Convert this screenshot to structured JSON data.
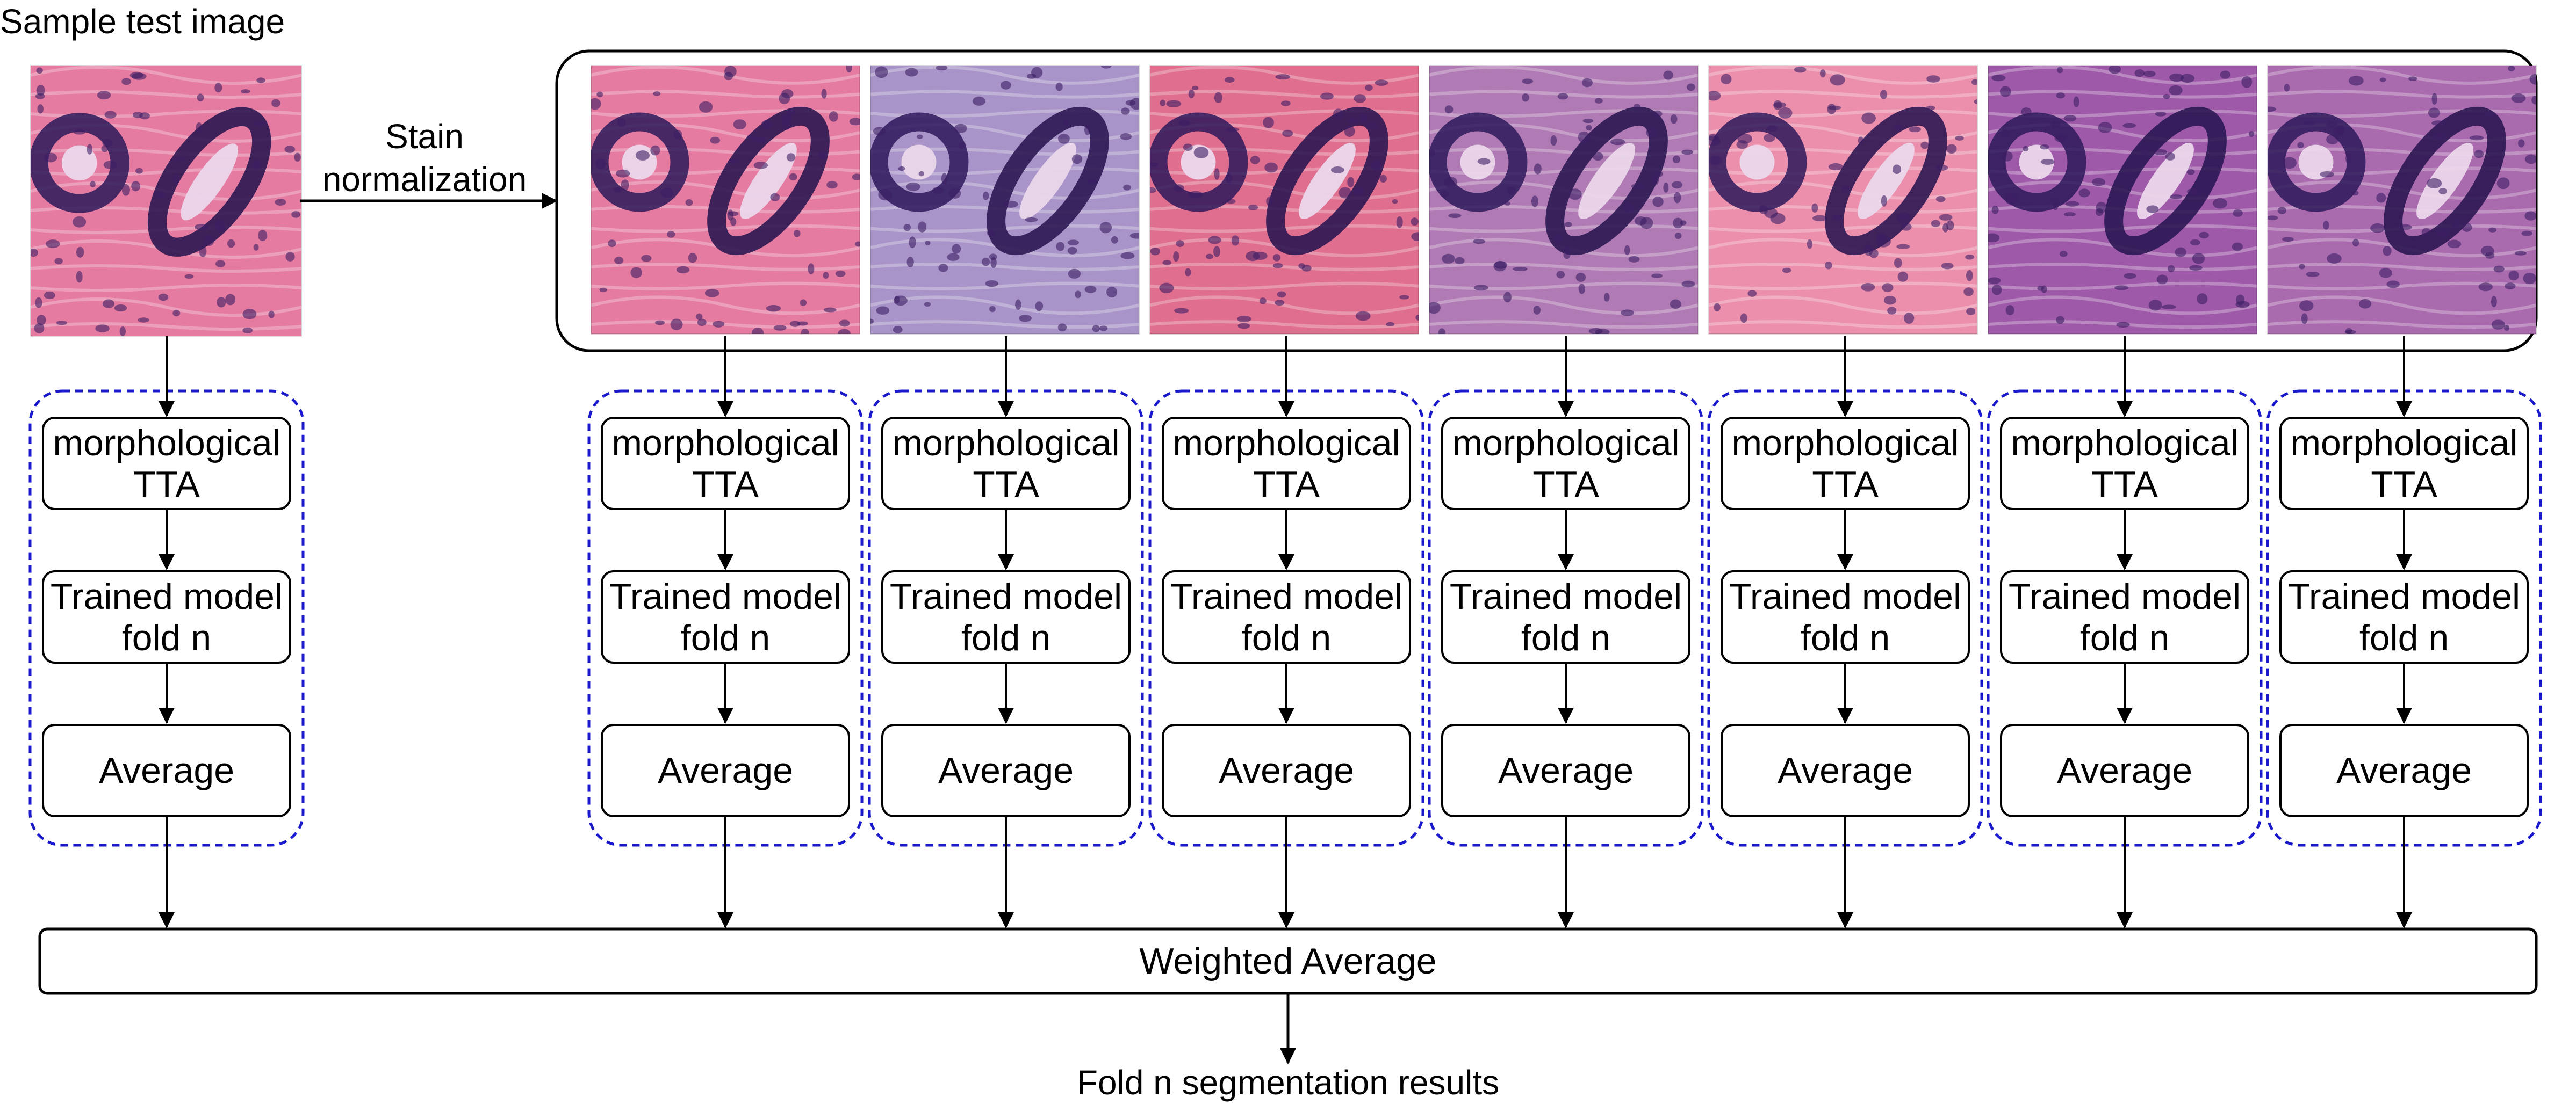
{
  "title": "Sample test image",
  "stain_label_line1": "Stain",
  "stain_label_line2": "normalization",
  "pipeline_step1_line1": "morphological",
  "pipeline_step1_line2": "TTA",
  "pipeline_step2_line1": "Trained model",
  "pipeline_step2_line2": "fold n",
  "pipeline_step3": "Average",
  "weighted_average": "Weighted Average",
  "result_label": "Fold n segmentation results",
  "colors": {
    "dashed_border": "#1a1acc",
    "line": "#000000",
    "tile_variants": [
      "#e57ba0",
      "#a894c8",
      "#e06e8e",
      "#b07ab4",
      "#ec8fac",
      "#9e5aa8",
      "#aa6aae"
    ]
  },
  "icons": {
    "arrow": "arrow-icon",
    "tissue": "histology-tile-icon"
  }
}
